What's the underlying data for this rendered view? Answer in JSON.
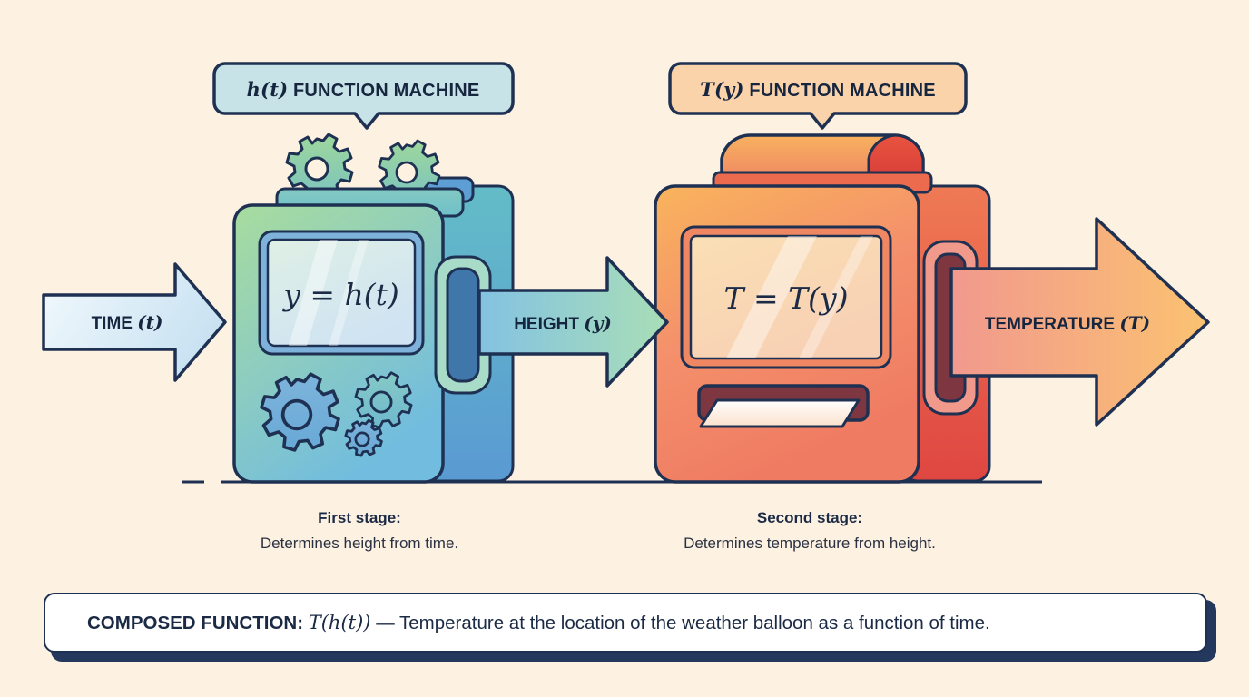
{
  "background_color": "#fdf1e2",
  "ink_color": "#1f3152",
  "diagram": {
    "title_badges": [
      {
        "math": "h(t)",
        "label": "FUNCTION MACHINE",
        "fill": "#c7e3e8",
        "stroke": "#1f3152"
      },
      {
        "math": "T(y)",
        "label": "FUNCTION MACHINE",
        "fill": "#fbd3ab",
        "stroke": "#1f3152"
      }
    ],
    "machines": [
      {
        "id": "h-machine",
        "screen_formula": "y = h(t)",
        "body_gradient": [
          "#a9dca0",
          "#6fb7dd"
        ],
        "side_gradient": [
          "#63b8c6",
          "#5d9fd4"
        ],
        "gear_count_top": 2,
        "gear_count_bottom": 3,
        "output_port": "slot"
      },
      {
        "id": "T-machine",
        "screen_formula": "T = T(y)",
        "body_gradient": [
          "#f9b košice",
          "#ef7b62"
        ],
        "side_gradient": [
          "#ee7a55",
          "#e04740"
        ],
        "dome_color": "#f7a85f",
        "dome_cap_color": "#e04a3c",
        "output_port": "paper-slot"
      }
    ],
    "arrows": [
      {
        "id": "input-arrow",
        "label": "TIME",
        "math": "(t)",
        "gradient": [
          "#eef7fc",
          "#cfe6f4"
        ]
      },
      {
        "id": "middle-arrow",
        "label": "HEIGHT",
        "math": "(y)",
        "gradient": [
          "#86c3e0",
          "#a7ddb6"
        ]
      },
      {
        "id": "output-arrow",
        "label": "TEMPERATURE",
        "math": "(T)",
        "gradient": [
          "#f29f92",
          "#fbc171"
        ]
      }
    ],
    "captions": [
      {
        "title": "First stage:",
        "text": "Determines height from time."
      },
      {
        "title": "Second stage:",
        "text": "Determines temperature from height."
      }
    ],
    "banner": {
      "lead": "COMPOSED FUNCTION:",
      "math": "T(h(t))",
      "rest": "— Temperature at the location of the weather balloon as a function of time."
    }
  }
}
